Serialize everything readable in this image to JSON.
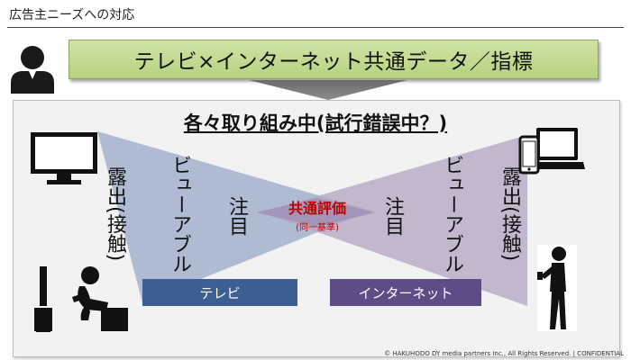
{
  "page": {
    "title": "広告主ニーズへの対応"
  },
  "banner": {
    "text": "テレビ×インターネット共通データ／指標"
  },
  "panel": {
    "heading": "各々取り組み中(試行錯誤中？)"
  },
  "left": {
    "exposure": "露出(接触)",
    "viewable": "ビューアブル",
    "attention": "注目",
    "bar_label": "テレビ",
    "bar_color": "#3e5f94"
  },
  "right": {
    "exposure": "露出(接触)",
    "viewable": "ビューアブル",
    "attention": "注目",
    "bar_label": "インターネット",
    "bar_color": "#5d4c86"
  },
  "center": {
    "label": "共通評価",
    "sublabel": "(同一基準)",
    "color": "#c00000"
  },
  "icons": {
    "advertiser": "person-bust-icon",
    "tv": "tv-monitor-icon",
    "devices": "phone-laptop-icon",
    "tv_viewer": "seated-viewer-icon",
    "mobile_user": "standing-phone-user-icon"
  },
  "footer": {
    "copyright": "© HAKUHODO DY media partners Inc., All Rights Reserved. | CONFIDENTIAL"
  }
}
